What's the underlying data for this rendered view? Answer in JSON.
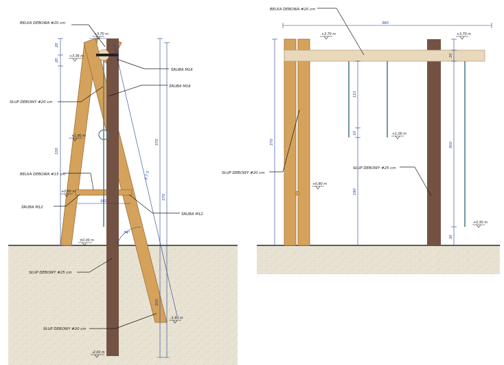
{
  "colors": {
    "ground": "#e8e2d3",
    "ground_line": "#2b2b2b",
    "light_wood": "#d5a25c",
    "light_wood_edge": "#9b6d32",
    "dark_post": "#735244",
    "beam_pale": "#e9d9bc",
    "dimension": "#1b3c8f",
    "chain": "#4f7d8d"
  },
  "left_view": {
    "labels": {
      "beam_20": "BELKA DEBOWA #20 cm",
      "bolt_m16_a": "ŚRUBA M16",
      "bolt_m16_b": "ŚRUBA M16",
      "post_20_upper": "SŁUP DEBOWY #20 cm",
      "beam_15": "BELKA DEBOWA #15 cm",
      "bolt_m12_left": "ŚRUBA M12",
      "bolt_m12_right": "ŚRUBA M12",
      "post_25": "SŁUP DEBOWY #25 cm",
      "post_20_lower": "SŁUP DEBOWY #20 cm"
    },
    "levels": {
      "top": "+3.70 m",
      "upper": "+3.36 m",
      "mid": "+1.80 m",
      "brace": "+0.80 m",
      "ground": "±0.00 m",
      "post_bottom": "-2.00 m",
      "leg_bottom": "-1.60 m"
    },
    "dims": {
      "top_a": "20",
      "top_b": "20",
      "height": "330",
      "col_370": "370",
      "col_570": "570",
      "diag": "3.7.5",
      "brace_width": "160",
      "angle": "74°",
      "below": "200"
    }
  },
  "right_view": {
    "labels": {
      "beam_20": "BELKA DEBOWA #20 cm",
      "post_20": "SŁUP DEBOWY #20 cm",
      "post_25": "SŁUP DEBOWY #25 cm"
    },
    "levels": {
      "top_left": "+3.70 m",
      "top_right": "+3.70 m",
      "mid": "+1.00 m",
      "low": "+0.80 m",
      "right_low": "+0.30 m"
    },
    "dims": {
      "width": "360",
      "height_left": "370",
      "v_121": "121",
      "v_10": "10",
      "v_190": "190",
      "r_20": "20",
      "r_300": "300",
      "r_30": "30"
    }
  }
}
